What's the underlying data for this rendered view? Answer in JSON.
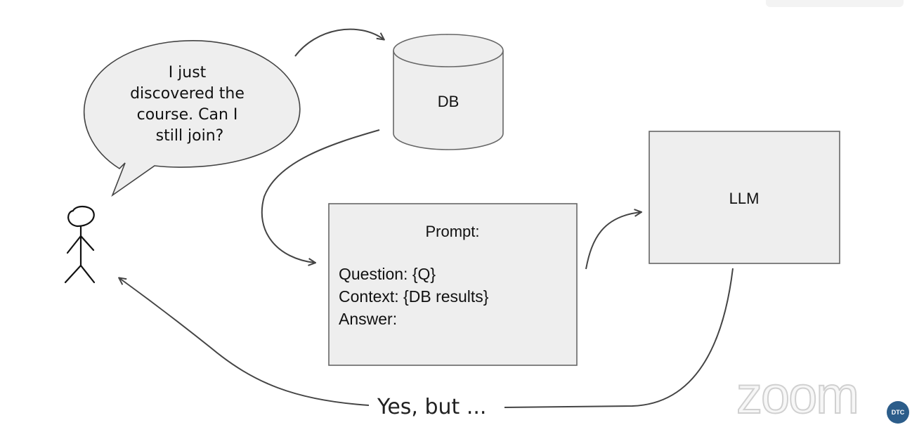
{
  "diagram": {
    "speech_bubble": {
      "lines": [
        "I just",
        "discovered the",
        "course. Can I",
        "still join?"
      ]
    },
    "db": {
      "label": "DB"
    },
    "prompt_box": {
      "title": "Prompt:",
      "lines": [
        "Question: {Q}",
        "Context: {DB results}",
        "Answer:"
      ]
    },
    "llm": {
      "label": "LLM"
    },
    "answer": {
      "label": "Yes, but ..."
    }
  },
  "overlay": {
    "watermark": "zoom",
    "badge": "DTC"
  },
  "colors": {
    "box_fill": "#eeeeee",
    "stroke": "#444444",
    "badge": "#2c5d8a"
  }
}
